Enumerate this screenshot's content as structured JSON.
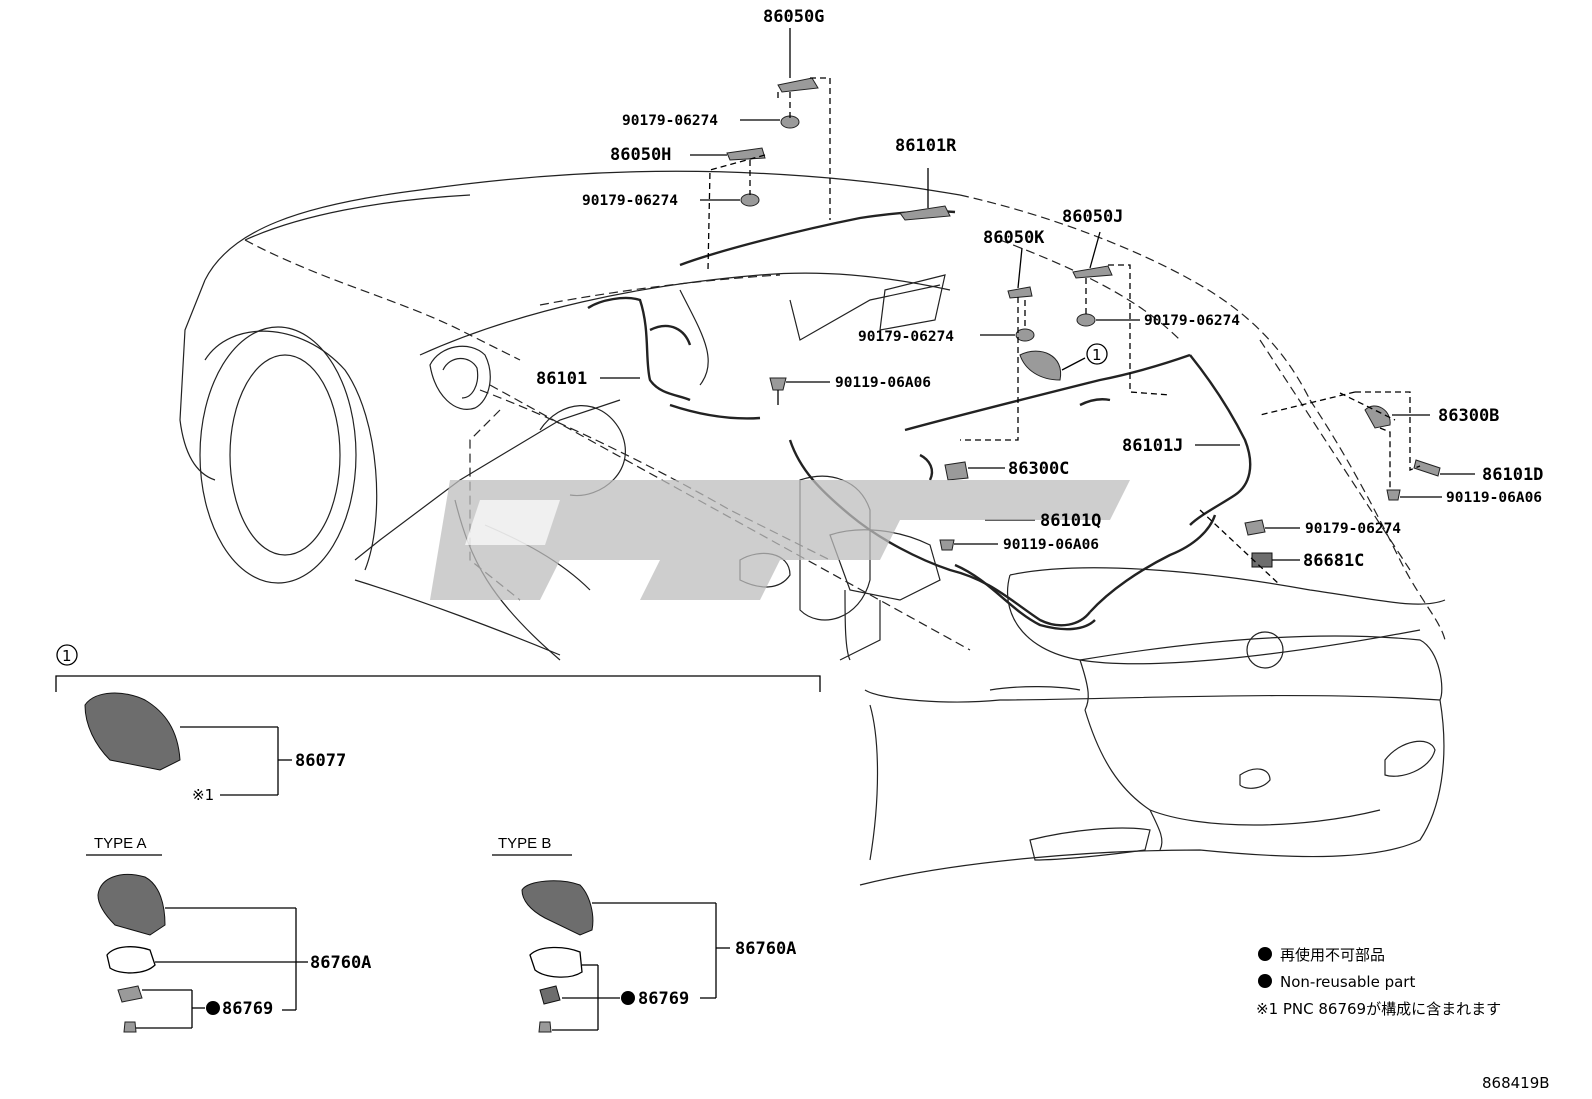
{
  "labels": {
    "p_86050G": "86050G",
    "p_9017906274_a": "90179-06274",
    "p_86050H": "86050H",
    "p_9017906274_b": "90179-06274",
    "p_86101R": "86101R",
    "p_86050J": "86050J",
    "p_86050K": "86050K",
    "p_9017906274_c": "90179-06274",
    "p_9017906274_d": "90179-06274",
    "p_86101": "86101",
    "p_9011906A06_a": "90119-06A06",
    "p_86101J": "86101J",
    "p_86300B": "86300B",
    "p_86101D": "86101D",
    "p_9011906A06_b": "90119-06A06",
    "p_86300C": "86300C",
    "p_86101Q": "86101Q",
    "p_9011906A06_c": "90119-06A06",
    "p_9017906274_e": "90179-06274",
    "p_86681C": "86681C",
    "p_86077": "86077",
    "p_note1_ref": "※1",
    "type_a": "TYPE A",
    "type_b": "TYPE B",
    "p_86760A_a": "86760A",
    "p_86769_a": "86769",
    "p_86760A_b": "86760A",
    "p_86769_b": "86769",
    "callout_1": "1",
    "callout_1_box": "1"
  },
  "legend": {
    "line_jp": "再使用不可部品",
    "line_en": "Non-reusable part",
    "line_note": "※1 PNC 86769が構成に含まれます"
  },
  "figure_id": "868419B",
  "colors": {
    "ink": "#000000",
    "part_fill": "#9a9a9a",
    "watermark": "#bdbdbd"
  }
}
